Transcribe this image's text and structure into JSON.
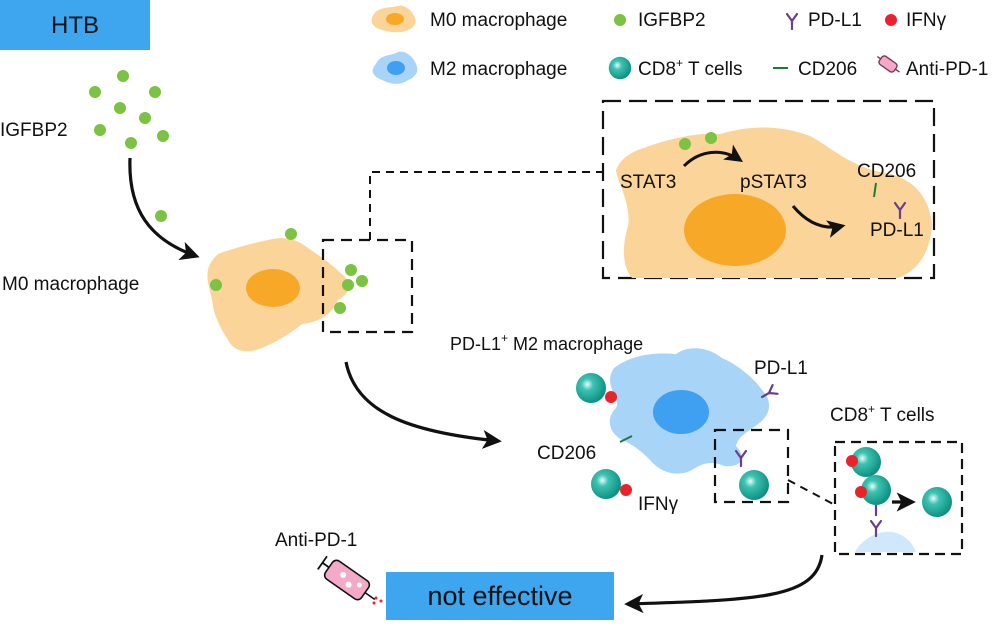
{
  "badges": {
    "htb": "HTB",
    "not_effective": "not effective",
    "color": "#3ea6ef"
  },
  "legend": {
    "m0_macrophage": "M0 macrophage",
    "m2_macrophage": "M2 macrophage",
    "igfbp2": "IGFBP2",
    "cd8_t_cells_main": "CD8",
    "cd8_t_cells_sup": "+",
    "cd8_t_cells_rest": " T cells",
    "pd_l1": "PD-L1",
    "cd206": "CD206",
    "ifng": "IFNγ",
    "anti_pd_1": "Anti-PD-1"
  },
  "labels": {
    "igfbp2": "IGFBP2",
    "m0_macrophage": "M0 macrophage",
    "stat3": "STAT3",
    "pstat3": "pSTAT3",
    "inset_cd206": "CD206",
    "inset_pd_l1": "PD-L1",
    "m2_title_main": "PD-L1",
    "m2_title_sup": "+",
    "m2_title_rest": " M2 macrophage",
    "m2_pd_l1": "PD-L1",
    "m2_cd206": "CD206",
    "m2_ifng": "IFNγ",
    "cd8_main": "CD8",
    "cd8_sup": "+",
    "cd8_rest": " T cells",
    "anti_pd_1": "Anti-PD-1"
  },
  "colors": {
    "m0_cell": "#fbd49a",
    "m0_nucleus": "#f7a826",
    "m2_cell": "#a7d4f7",
    "m2_nucleus": "#3f9ff0",
    "igfbp2": "#7cc243",
    "t_cell": "#13a596",
    "ifng": "#e8232b",
    "pd_l1": "#6a3d8f",
    "cd206": "#1f7a3a",
    "anti_pd_1": "#f4a9c8"
  }
}
